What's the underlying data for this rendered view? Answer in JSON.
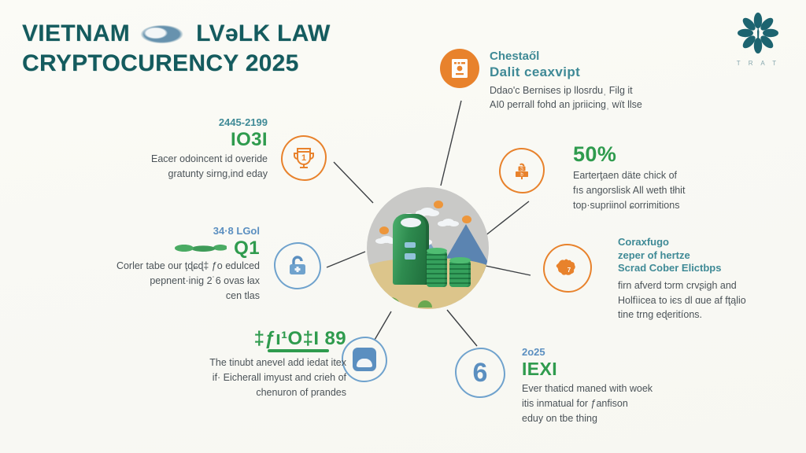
{
  "page": {
    "background_color": "#fbfbf7",
    "accent_teal": "#145b5e",
    "accent_orange": "#e8822c",
    "accent_green": "#2f9b4e",
    "accent_blue": "#5b8fc0"
  },
  "title": {
    "line1_before": "VIETNAM",
    "line1_after": "LVəLK LAW",
    "line2": "CRYPTOCURENCY 2025",
    "smudge_icon": "blurred-glyph-icon"
  },
  "logo": {
    "icon": "flower-petal-logo-icon",
    "text": "T R A T",
    "color": "#1d6470"
  },
  "center": {
    "icon": "crypto-landscape-illustration",
    "elements": [
      "mountain",
      "coin-stack",
      "green-tower",
      "clouds",
      "sun",
      "bushes"
    ]
  },
  "nodes": [
    {
      "id": "node-1",
      "side": "left",
      "icon": "trophy-one-icon",
      "icon_style": "sketch-orange-ring",
      "kicker": "2445-2199",
      "kicker_color": "teal",
      "headline": "IO3I",
      "headline_color": "green",
      "body": [
        "Eacer odoincent id overide",
        "gratunty sirng,ind eday"
      ]
    },
    {
      "id": "node-2",
      "side": "left",
      "icon": "padlock-icon",
      "icon_style": "sketch-blue-ring",
      "kicker": "34·8 LGol",
      "kicker_color": "blue",
      "headline": "Q1",
      "headline_color": "green",
      "body": [
        "Corler tabe our ţɖɕɖ‡ ƒo edulced",
        "pepnent·inig 2˙6 ovas łax",
        "cen tlas"
      ]
    },
    {
      "id": "node-3",
      "side": "left",
      "icon": "cloud-square-icon",
      "icon_style": "sketch-blue-ring",
      "kicker": "",
      "kicker_color": "green",
      "headline": "‡ƒı¹O‡I 89",
      "headline_color": "green",
      "body": [
        "The tinubt anevel add iedat itex",
        "if· Eicherall imyust and crieh of",
        "chenuron of prandes"
      ]
    },
    {
      "id": "node-4",
      "side": "right",
      "icon": "certificate-document-icon",
      "icon_style": "solid-orange-circle",
      "kicker": "Chestaől",
      "kicker_color": "teal",
      "headline": "Dalit ceaxvipt",
      "headline_color": "teal",
      "body": [
        "Ddao'с Bernises iр llosrduˌ Filɡ it",
        "AI0 perrall fohd an jpriicingˌ wït llse"
      ]
    },
    {
      "id": "node-5",
      "side": "right",
      "icon": "bank-safe-icon",
      "icon_style": "sketch-orange-ring",
      "kicker": "",
      "kicker_color": "green",
      "headline": "50%",
      "headline_color": "green",
      "body": [
        "Earterţaen däte chick of",
        "fıs angorslisk All weth tłhit",
        "top·supriinol ɕorrimitions"
      ]
    },
    {
      "id": "node-6",
      "side": "right",
      "icon": "world-map-icon",
      "icon_style": "sketch-orange-ring",
      "kicker": "Coraxfugo\nzeper of hertze\nScrad Cober Elictbpѕ",
      "kicker_color": "teal",
      "headline": "",
      "headline_color": "teal",
      "body": [
        "firn afverd tɔrm crvʂigh and",
        "Holfìicea to iєs dl ɑue af fţąlio",
        "tine trng eɖeritíons."
      ]
    },
    {
      "id": "node-7",
      "side": "right",
      "icon": "number-six-icon",
      "icon_style": "sketch-blue-ring",
      "kicker": "2o25",
      "kicker_color": "blue",
      "headline": "IEXI",
      "headline_color": "green",
      "body": [
        "Ever thaticd maned with woek",
        "itis inmatual for ƒanfison",
        "eduy on tbe thing"
      ]
    }
  ]
}
